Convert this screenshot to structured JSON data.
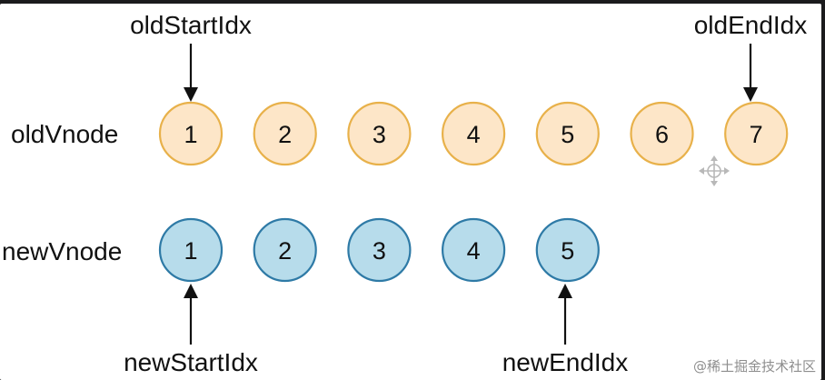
{
  "rows": {
    "old": {
      "label": "oldVnode",
      "nodes": [
        "1",
        "2",
        "3",
        "4",
        "5",
        "6",
        "7"
      ],
      "fill": "#fde6c8",
      "stroke": "#e8b14a"
    },
    "new": {
      "label": "newVnode",
      "nodes": [
        "1",
        "2",
        "3",
        "4",
        "5"
      ],
      "fill": "#b7dceb",
      "stroke": "#2e7aa6"
    }
  },
  "pointers": {
    "old_start": "oldStartIdx",
    "old_end": "oldEndIdx",
    "new_start": "newStartIdx",
    "new_end": "newEndIdx"
  },
  "watermark": "@稀土掘金技术社区",
  "icons": {
    "move_cursor": "move-cursor-icon"
  }
}
